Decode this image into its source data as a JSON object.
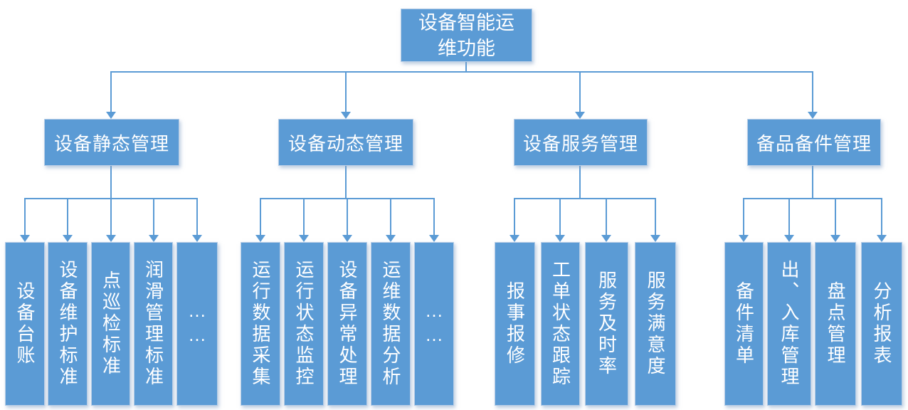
{
  "diagram": {
    "root": {
      "label": "设备智能运维功能",
      "lines": [
        "设备智能运",
        "维功能"
      ]
    },
    "branches": [
      {
        "label": "设备静态管理",
        "children": [
          "设备台账",
          "设备维护标准",
          "点巡检标准",
          "润滑管理标准",
          "……"
        ]
      },
      {
        "label": "设备动态管理",
        "children": [
          "运行数据采集",
          "运行状态监控",
          "设备异常处理",
          "运维数据分析",
          "……"
        ]
      },
      {
        "label": "设备服务管理",
        "children": [
          "报事报修",
          "工单状态跟踪",
          "服务及时率",
          "服务满意度"
        ]
      },
      {
        "label": "备品备件管理",
        "children": [
          "备件清单",
          "出、入库管理",
          "盘点管理",
          "分析报表"
        ]
      }
    ],
    "colors": {
      "node_fill": "#5B9BD5",
      "connector": "#5B9BD5",
      "text": "#FFFFFF",
      "background": "#FFFFFF"
    }
  }
}
